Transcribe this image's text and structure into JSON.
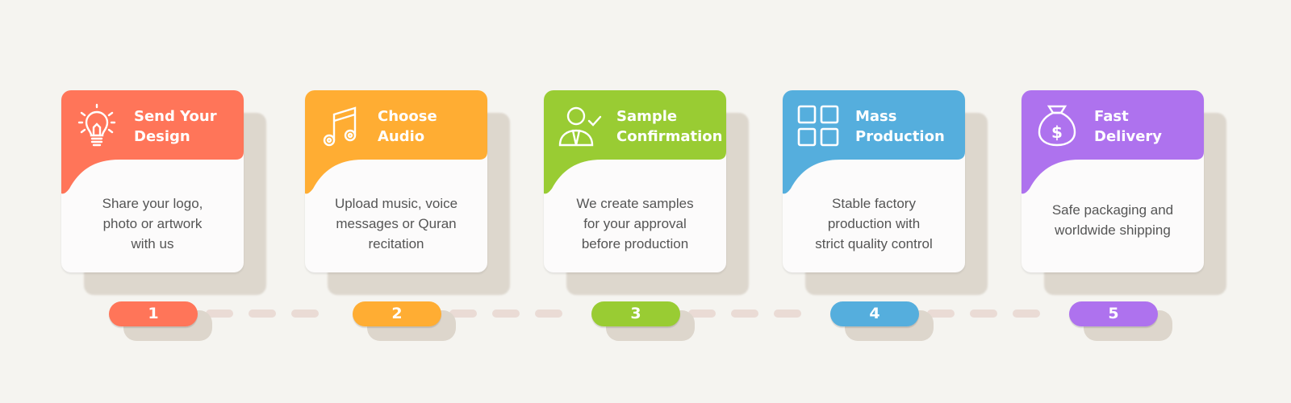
{
  "steps": [
    {
      "number": "1",
      "title_line1": "Send Your",
      "title_line2": "Design",
      "desc_line1": "Share your logo,",
      "desc_line2": "photo or artwork",
      "desc_line3": "with us",
      "icon": "lightbulb-icon",
      "color": "#ff7559"
    },
    {
      "number": "2",
      "title_line1": "Choose",
      "title_line2": "Audio",
      "desc_line1": "Upload music, voice",
      "desc_line2": "messages or Quran",
      "desc_line3": "recitation",
      "icon": "music-note-icon",
      "color": "#ffad33"
    },
    {
      "number": "3",
      "title_line1": "Sample",
      "title_line2": "Confirmation",
      "desc_line1": "We create samples",
      "desc_line2": "for your approval",
      "desc_line3": "before production",
      "icon": "user-check-icon",
      "color": "#99cc33"
    },
    {
      "number": "4",
      "title_line1": "Mass",
      "title_line2": "Production",
      "desc_line1": "Stable factory",
      "desc_line2": "production with",
      "desc_line3": "strict quality control",
      "icon": "grid-icon",
      "color": "#55aedd"
    },
    {
      "number": "5",
      "title_line1": "Fast",
      "title_line2": "Delivery",
      "desc_line1": "Safe packaging and",
      "desc_line2": "worldwide shipping",
      "desc_line3": "",
      "icon": "money-bag-icon",
      "color": "#ae72ee"
    }
  ]
}
